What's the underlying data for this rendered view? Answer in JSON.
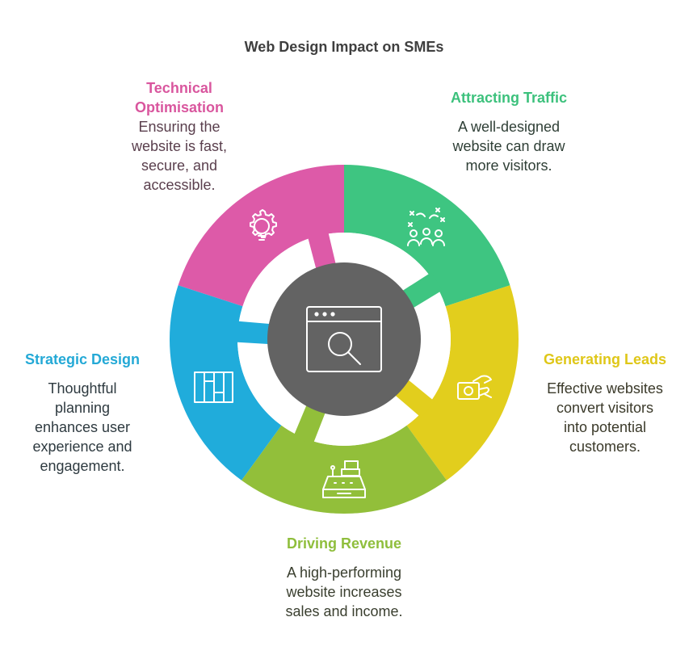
{
  "title": "Web Design Impact on SMEs",
  "colors": {
    "technical": "#dd5aa8",
    "traffic": "#3ec581",
    "leads": "#e2ce1d",
    "revenue": "#92bf3a",
    "strategic": "#20acdb",
    "hub": "#636363"
  },
  "center": {
    "icon": "browser-search-icon"
  },
  "segments": [
    {
      "id": "technical",
      "heading": "Technical Optimisation",
      "heading_line1": "Technical",
      "heading_line2": "Optimisation",
      "text_lines": [
        "Ensuring the",
        "website is fast,",
        "secure, and",
        "accessible."
      ],
      "icon": "gear-bulb-icon"
    },
    {
      "id": "traffic",
      "heading": "Attracting Traffic",
      "text_lines": [
        "A well-designed",
        "website can draw",
        "more visitors."
      ],
      "icon": "people-crowd-icon"
    },
    {
      "id": "leads",
      "heading": "Generating Leads",
      "text_lines": [
        "Effective websites",
        "convert visitors",
        "into potential",
        "customers."
      ],
      "icon": "hand-money-icon"
    },
    {
      "id": "revenue",
      "heading": "Driving Revenue",
      "text_lines": [
        "A high-performing",
        "website increases",
        "sales and income."
      ],
      "icon": "cash-register-icon"
    },
    {
      "id": "strategic",
      "heading": "Strategic Design",
      "text_lines": [
        "Thoughtful",
        "planning",
        "enhances user",
        "experience and",
        "engagement."
      ],
      "icon": "layout-columns-icon"
    }
  ]
}
